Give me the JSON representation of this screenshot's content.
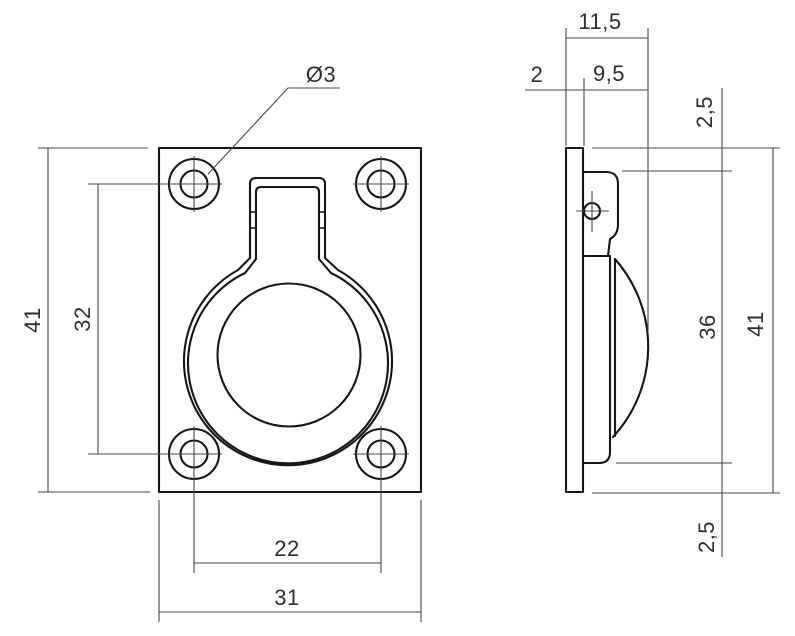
{
  "colors": {
    "background": "#ffffff",
    "object_line": "#161616",
    "dimension_line": "#474747",
    "text": "#2e2e2e"
  },
  "front_view": {
    "dim_hole_diameter": "Ø3",
    "dim_height": "41",
    "dim_hole_spacing_vertical": "32",
    "dim_hole_spacing_horizontal": "22",
    "dim_width": "31"
  },
  "side_view": {
    "dim_depth_total": "11,5",
    "dim_plate_thickness": "2",
    "dim_body_depth": "9,5",
    "dim_top_offset": "2,5",
    "dim_body_height": "36",
    "dim_height": "41",
    "dim_bottom_offset": "2,5"
  }
}
